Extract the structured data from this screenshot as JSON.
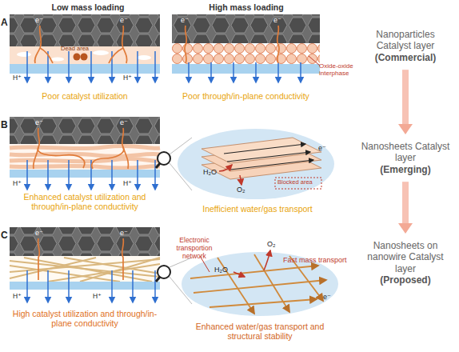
{
  "diagram": {
    "nodes": [
      {
        "text": [
          "Nanoparticles Catalyst layer",
          "(Commercial)"
        ]
      },
      {
        "text": [
          "Nanosheets Catalyst layer",
          "(Emerging)"
        ]
      },
      {
        "text": [
          "Nanosheets on nanowire Catalyst layer",
          "(Proposed)"
        ]
      }
    ],
    "edges": [
      {
        "from": 0,
        "to": 1,
        "arrow": "to"
      },
      {
        "from": 1,
        "to": 2,
        "arrow": "to"
      }
    ],
    "labels": [
      "A",
      "Low mass loading",
      "High mass loading",
      "e⁻",
      "e⁻",
      "Dead area",
      "H⁺",
      "H⁺",
      "e⁻",
      "e⁻",
      "Oxide-oxide interphase",
      "Poor catalyst utilization",
      "Poor through/in-plane conductivity",
      "B",
      "e⁻",
      "e⁻",
      "H⁺",
      "H⁺",
      "e⁻",
      "H₂O",
      "O₂",
      "Blocked area",
      "Enhanced catalyst utilization and through/in-plane conductivity",
      "Inefficient water/gas transport",
      "C",
      "e⁻",
      "e⁻",
      "H⁺",
      "H⁺",
      "Electronic transportion network",
      "O₂",
      "Fast mass transport",
      "H₂O",
      "e⁻",
      "High catalyst utilization and through/in-plane conductivity",
      "Enhanced water/gas transport and structural stability"
    ]
  }
}
